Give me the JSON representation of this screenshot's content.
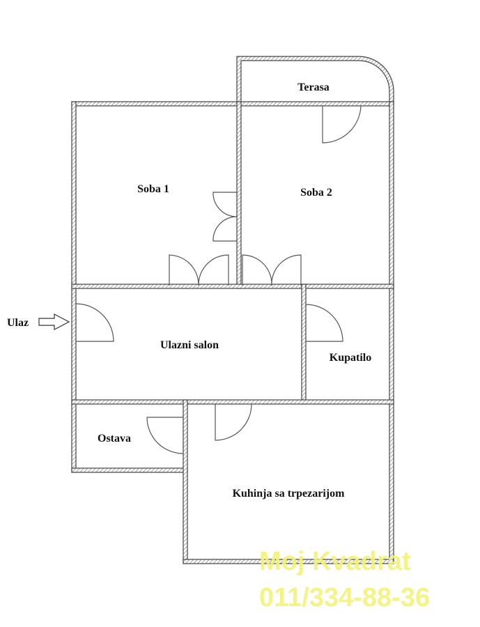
{
  "rooms": {
    "terasa": "Terasa",
    "soba1": "Soba 1",
    "soba2": "Soba 2",
    "ulazni_salon": "Ulazni salon",
    "kupatilo": "Kupatilo",
    "ostava": "Ostava",
    "kuhinja": "Kuhinja sa trpezarijom"
  },
  "entrance": {
    "label": "Ulaz",
    "icon": "arrow-right-icon"
  },
  "watermark": {
    "line1": "Moj Kvadrat",
    "line2": "011/334-88-36",
    "color": "#f3f37a"
  },
  "colors": {
    "wall": "#444444",
    "background": "#ffffff"
  }
}
